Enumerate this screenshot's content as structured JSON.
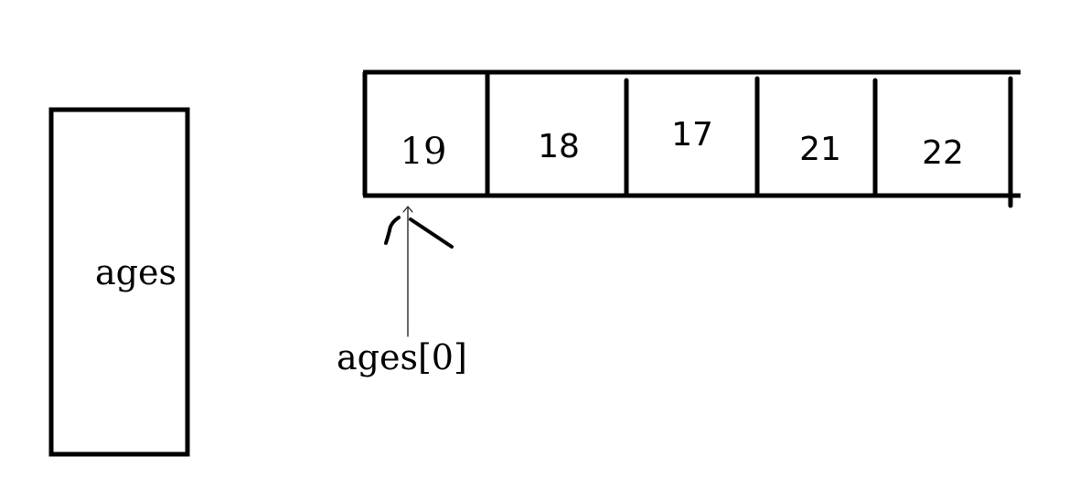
{
  "variable": {
    "name": "ages"
  },
  "array": {
    "cells": [
      "19",
      "18",
      "17",
      "21",
      "22"
    ]
  },
  "pointer": {
    "label": "ages[0]"
  },
  "colors": {
    "stroke": "#000000",
    "text": "#000000",
    "background": "#ffffff"
  }
}
